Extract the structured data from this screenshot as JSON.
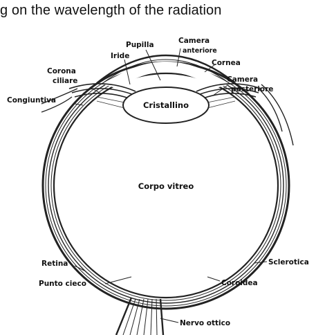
{
  "caption": "g on the wavelength of the radiation",
  "labels": {
    "pupilla": "Pupilla",
    "camera_anteriore_1": "Camera",
    "camera_anteriore_2": "anteriore",
    "iride": "Iride",
    "cornea": "Cornea",
    "corona_ciliare_1": "Corona",
    "corona_ciliare_2": "ciliare",
    "camera_posteriore_1": "Camera",
    "camera_posteriore_2": "posteriore",
    "congiuntiva": "Congiuntiva",
    "cristallino": "Cristallino",
    "corpo_vitreo": "Corpo vitreo",
    "retina": "Retina",
    "sclerotica": "Sclerotica",
    "punto_cieco": "Punto cieco",
    "coroidea": "Coroidea",
    "nervo_ottico": "Nervo ottico"
  }
}
